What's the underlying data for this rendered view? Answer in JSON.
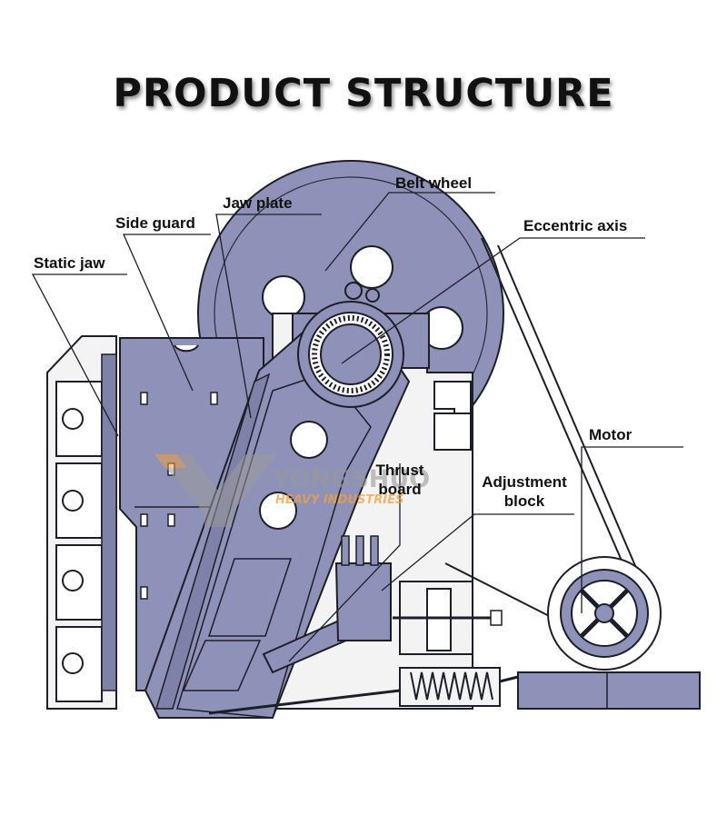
{
  "title": "PRODUCT STRUCTURE",
  "labels": {
    "belt_wheel": "Belt wheel",
    "jaw_plate": "Jaw plate",
    "side_guard": "Side guard",
    "eccentric_axis": "Eccentric axis",
    "static_jaw": "Static jaw",
    "motor": "Motor",
    "thrust_board_line1": "Thrust",
    "thrust_board_line2": "board",
    "adjustment_block_line1": "Adjustment",
    "adjustment_block_line2": "block"
  },
  "watermark": {
    "logo": "YS",
    "brand": "YONGSHUO",
    "tagline": "HEAVY INDUSTRIES"
  },
  "colors": {
    "machine_fill": "#8f92b8",
    "machine_dark": "#7e81a8",
    "outline": "#1e1e28",
    "frame_fill": "#f3f3f3",
    "watermark_orange": "#f0a040",
    "watermark_gray": "#9a9a9a"
  }
}
